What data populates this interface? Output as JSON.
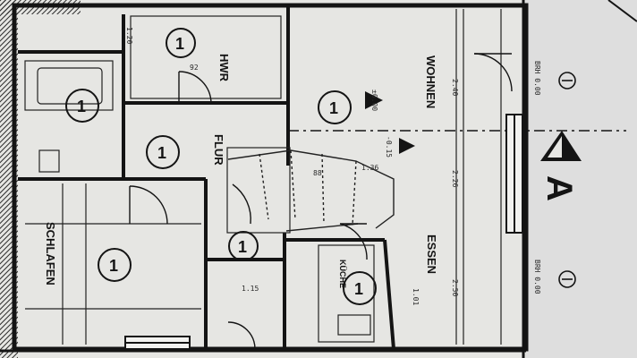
{
  "colors": {
    "paper": "#e4e4e1",
    "ink": "#141414",
    "wall": "#1a1a1a",
    "hatch": "#3a3a3a"
  },
  "rooms": {
    "hwr": "HWR",
    "wohnen": "WOHNEN",
    "flur": "FLUR",
    "schlafen": "SCHLAFEN",
    "essen": "ESSEN",
    "kueche": "KÜCHE"
  },
  "room_number": "1",
  "section_marker": "A",
  "level_plus": "±0.00",
  "level_minus": "-0.15",
  "dim_labels": {
    "d_240": "2.40",
    "d_226": "2.26",
    "d_250": "2.50",
    "d_120": "1.20",
    "d_101": "1.01",
    "d_88": "88",
    "d_92": "92",
    "d_115": "1.15",
    "d_136": "1.36"
  },
  "window_codes": {
    "top": "BRH 0.00",
    "bottom": "BRH 0.00"
  }
}
